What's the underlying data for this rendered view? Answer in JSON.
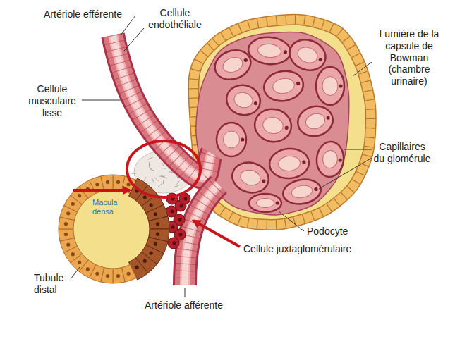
{
  "diagram": {
    "labels": [
      "Artériole efférente",
      "Cellule endothéliale",
      "Cellule musculaire lisse",
      "Lumière de la capsule de Bowman (chambre urinaire)",
      "Capillaires du glomérule",
      "Podocyte",
      "Cellule juxtaglomérulaire",
      "Macula densa",
      "Tubule distal",
      "Artériole afférente"
    ]
  }
}
